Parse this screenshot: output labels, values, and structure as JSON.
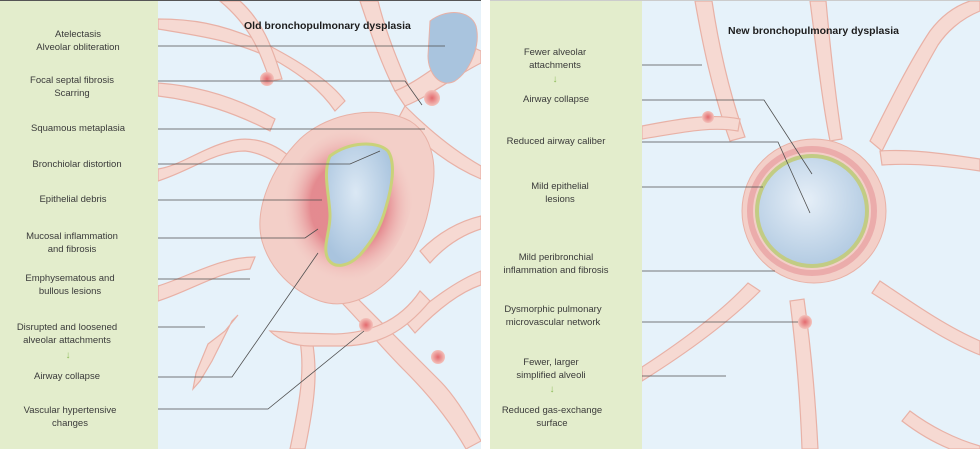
{
  "left_panel": {
    "title": "Old bronchopulmonary dysplasia",
    "labels": [
      "Atelectasis",
      "Alveolar obliteration",
      "Focal septal fibrosis",
      "Scarring",
      "Squamous metaplasia",
      "Bronchiolar distortion",
      "Epithelial debris",
      "Mucosal inflammation",
      "and fibrosis",
      "Emphysematous and",
      "bullous lesions",
      "Disrupted and loosened",
      "alveolar attachments",
      "Airway collapse",
      "Vascular hypertensive",
      "changes"
    ]
  },
  "right_panel": {
    "title": "New bronchopulmonary dysplasia",
    "labels": [
      "Fewer alveolar",
      "attachments",
      "Airway collapse",
      "Reduced airway caliber",
      "Mild epithelial",
      "lesions",
      "Mild peribronchial",
      "inflammation and fibrosis",
      "Dysmorphic pulmonary",
      "microvascular network",
      "Fewer, larger",
      "simplified alveoli",
      "Reduced gas-exchange",
      "surface"
    ]
  },
  "colors": {
    "label_column": "#e3edcc",
    "alveolar_space": "#e6f2fa",
    "tissue": "#f6d9d2",
    "inflammation": "#e27f86",
    "arrow": "#8dbb5a"
  }
}
